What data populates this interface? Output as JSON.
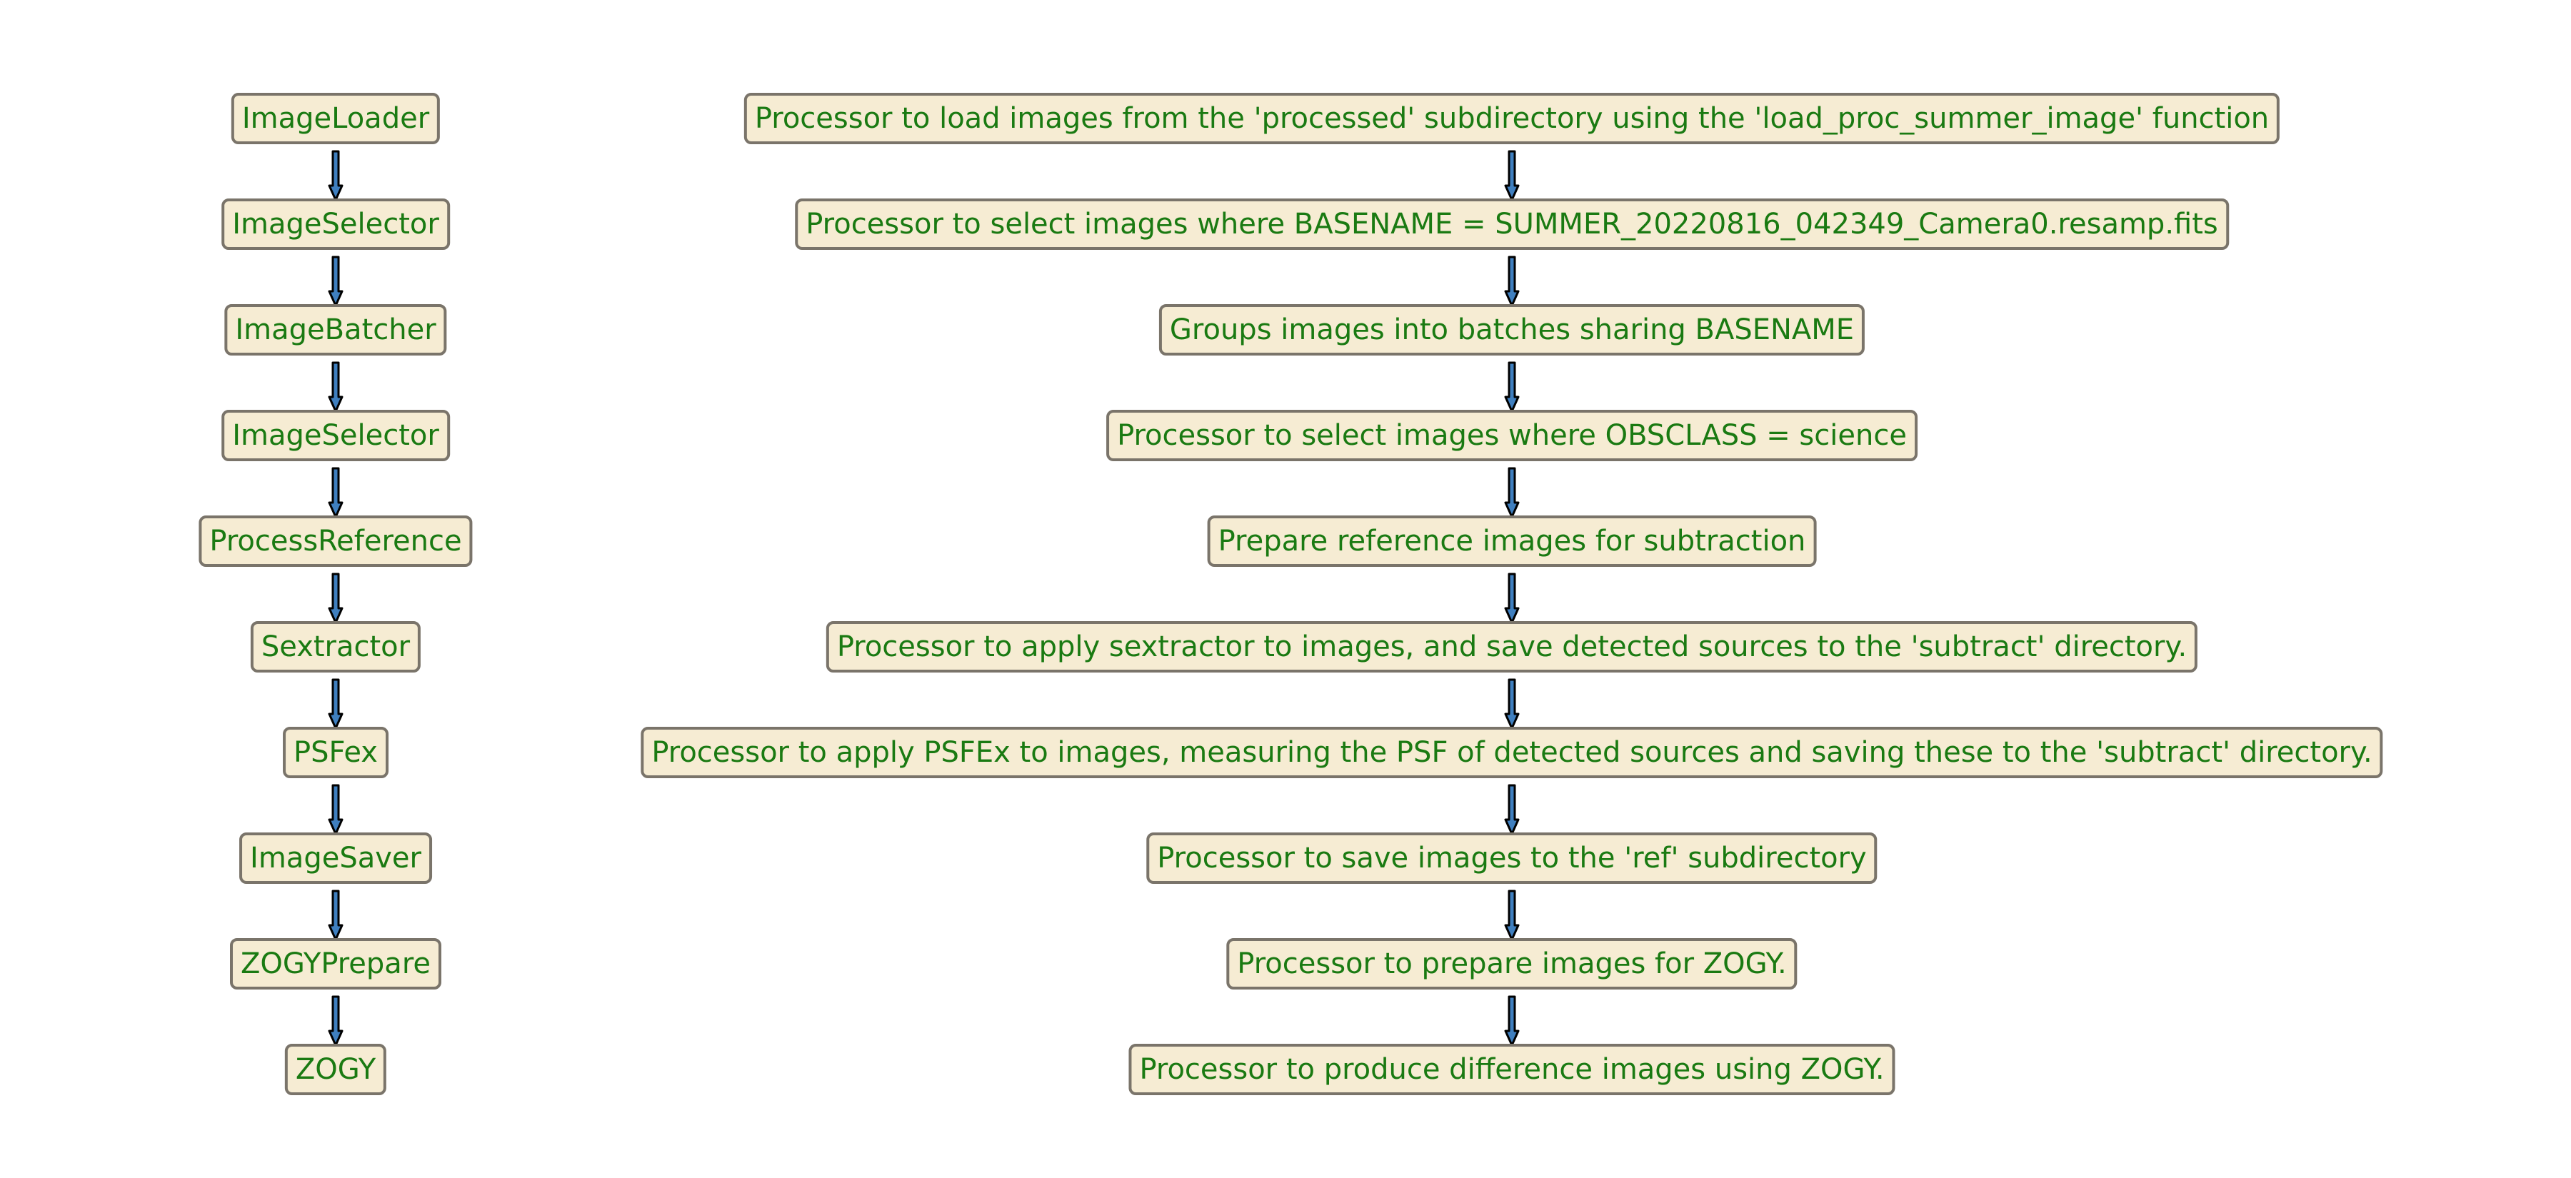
{
  "colors": {
    "box_fill": "#f6ecd3",
    "box_border": "#7a746a",
    "text": "#1a7a12",
    "arrow_fill": "#3f7fbf",
    "arrow_edge": "#000000"
  },
  "left_column": [
    "ImageLoader",
    "ImageSelector",
    "ImageBatcher",
    "ImageSelector",
    "ProcessReference",
    "Sextractor",
    "PSFex",
    "ImageSaver",
    "ZOGYPrepare",
    "ZOGY"
  ],
  "right_column": [
    "Processor to load images from the 'processed' subdirectory using the 'load_proc_summer_image' function",
    "Processor to select images where BASENAME = SUMMER_20220816_042349_Camera0.resamp.fits",
    "Groups images into batches sharing BASENAME",
    "Processor to select images where OBSCLASS = science",
    "Prepare reference images for subtraction",
    "Processor to apply sextractor to images, and save detected sources to the 'subtract' directory.",
    "Processor to apply PSFEx to images, measuring the PSF of detected sources and saving these to the 'subtract' directory.",
    "Processor to save images to the 'ref' subdirectory",
    "Processor to prepare images for ZOGY.",
    "Processor to produce difference images using ZOGY."
  ]
}
